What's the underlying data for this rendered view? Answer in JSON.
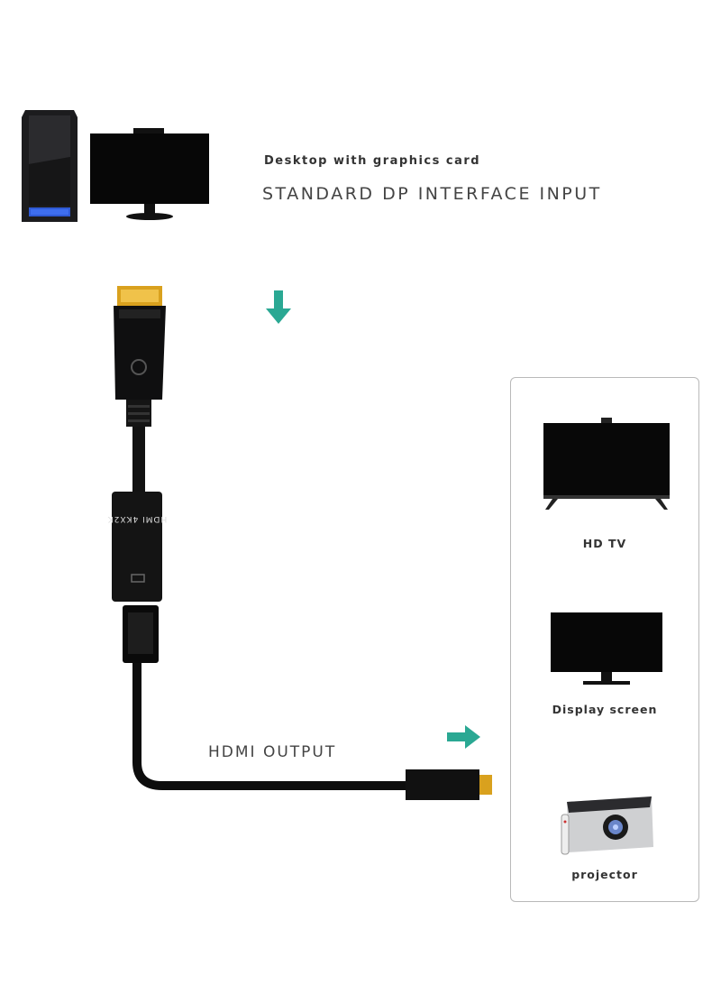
{
  "header": {
    "subtitle": "Desktop with graphics card",
    "title": "STANDARD DP INTERFACE INPUT"
  },
  "labels": {
    "hdmi_output": "HDMI OUTPUT"
  },
  "devices": [
    {
      "label": "HD TV",
      "icon": "tv-icon"
    },
    {
      "label": "Display screen",
      "icon": "monitor-icon"
    },
    {
      "label": "projector",
      "icon": "projector-icon"
    }
  ],
  "adapter": {
    "printed_text": "HDMI 4KX2K"
  },
  "colors": {
    "arrow": "#2aa893",
    "device_black": "#0d0d0d",
    "gold_pins": "#d9a11e"
  }
}
